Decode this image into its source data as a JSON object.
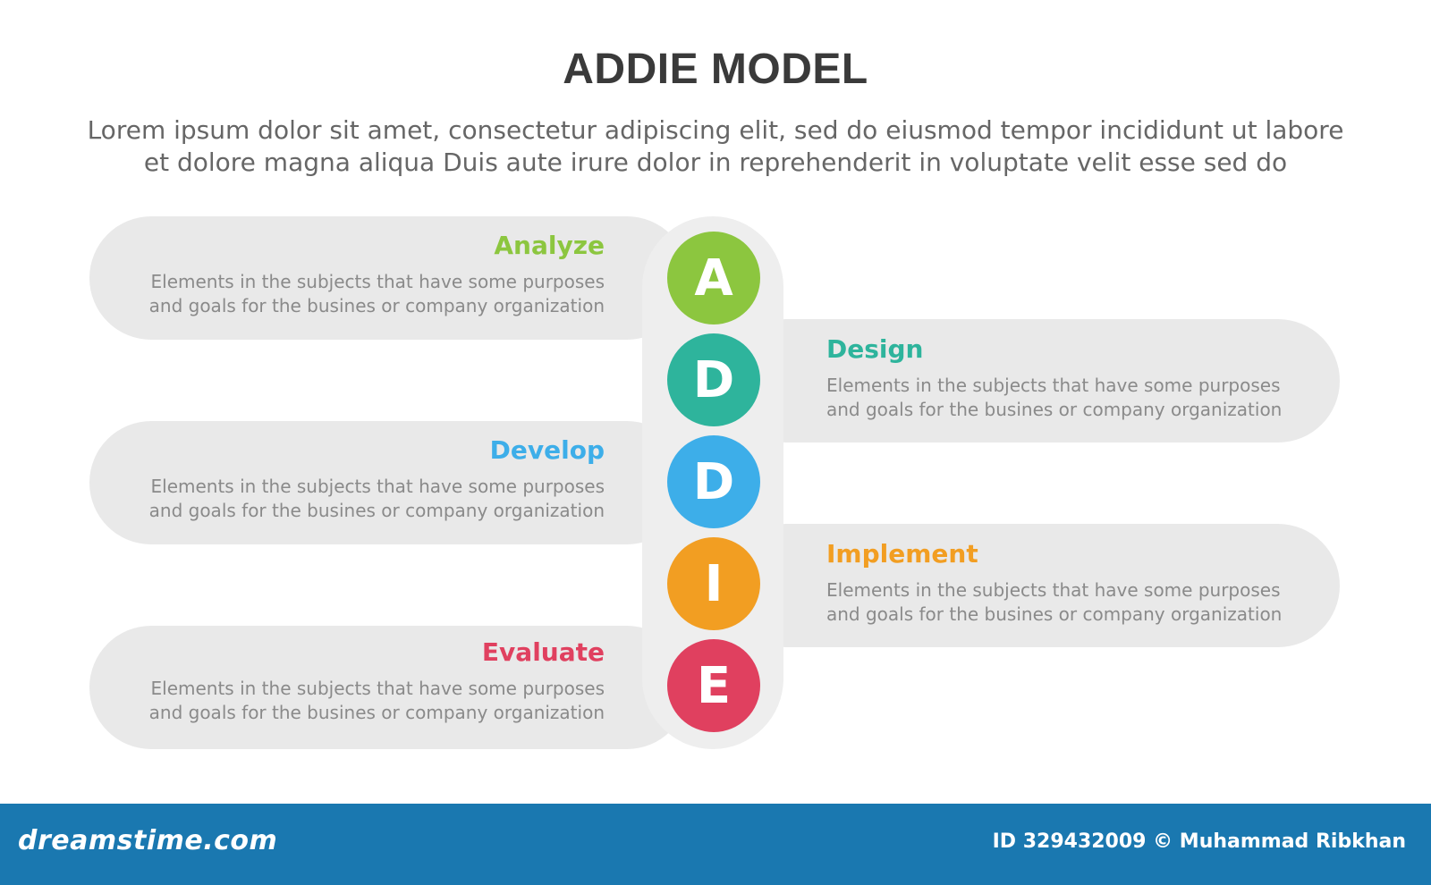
{
  "header": {
    "title": "ADDIE MODEL",
    "subtitle_line1": "Lorem ipsum dolor sit amet, consectetur adipiscing elit, sed do eiusmod tempor incididunt ut labore",
    "subtitle_line2": "et dolore magna aliqua Duis aute irure dolor in reprehenderit in voluptate velit esse sed do"
  },
  "steps": [
    {
      "letter": "A",
      "title": "Analyze",
      "desc_line1": "Elements in the subjects that have some purposes",
      "desc_line2": "and goals for the  busines or company organization",
      "color": "#8cc63f"
    },
    {
      "letter": "D",
      "title": "Design",
      "desc_line1": "Elements in the subjects that have some purposes",
      "desc_line2": "and goals for the  busines or company organization",
      "color": "#2eb49c"
    },
    {
      "letter": "D",
      "title": "Develop",
      "desc_line1": "Elements in the subjects that have some purposes",
      "desc_line2": "and goals for the  busines or company organization",
      "color": "#3daee9"
    },
    {
      "letter": "I",
      "title": "Implement",
      "desc_line1": "Elements in the subjects that have some purposes",
      "desc_line2": "and goals for the  busines or company organization",
      "color": "#f29e22"
    },
    {
      "letter": "E",
      "title": "Evaluate",
      "desc_line1": "Elements in the subjects that have some purposes",
      "desc_line2": "and goals for the  busines or company organization",
      "color": "#e0405f"
    }
  ],
  "footer": {
    "brand": "dreamstime.com",
    "credit": "ID 329432009 © Muhammad Ribkhan"
  }
}
